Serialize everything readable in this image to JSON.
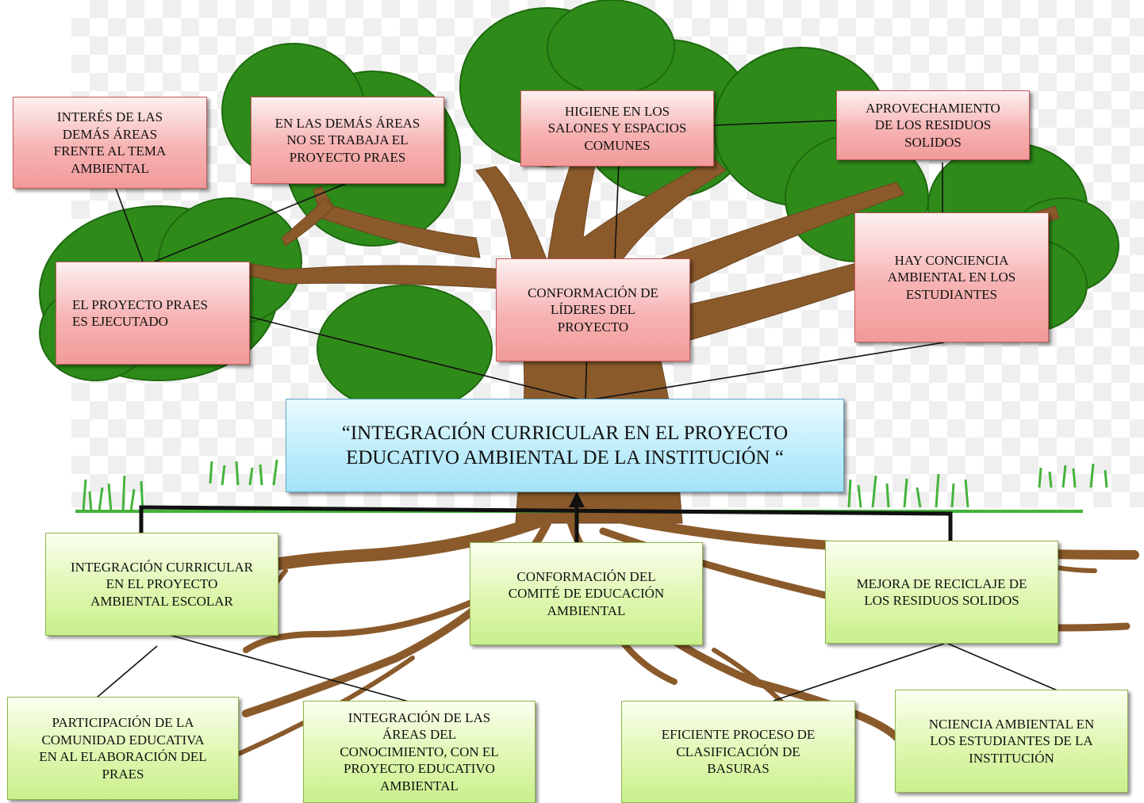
{
  "central": {
    "text": "“INTEGRACIÓN CURRICULAR EN EL PROYECTO\nEDUCATIVO AMBIENTAL DE LA INSTITUCIÓN “"
  },
  "effects": [
    "INTERÉS DE LAS\nDEMÁS ÁREAS\nFRENTE AL TEMA\nAMBIENTAL",
    "EN LAS DEMÁS ÁREAS\nNO SE TRABAJA EL\nPROYECTO PRAES",
    "HIGIENE EN LOS\nSALONES Y ESPACIOS\nCOMUNES",
    "APROVECHAMIENTO\nDE LOS RESIDUOS\nSOLIDOS",
    "EL PROYECTO PRAES\nES EJECUTADO",
    "CONFORMACIÓN DE\nLÍDERES DEL\nPROYECTO",
    "HAY CONCIENCIA\nAMBIENTAL EN LOS\nESTUDIANTES"
  ],
  "causes": [
    "INTEGRACIÓN CURRICULAR\nEN EL PROYECTO\nAMBIENTAL ESCOLAR",
    "CONFORMACIÓN DEL\nCOMITÉ DE EDUCACIÓN\nAMBIENTAL",
    "MEJORA DE RECICLAJE DE\nLOS RESIDUOS SOLIDOS"
  ],
  "subcauses": [
    "PARTICIPACIÓN DE LA\nCOMUNIDAD EDUCATIVA\nEN AL ELABORACIÓN DEL\nPRAES",
    "INTEGRACIÓN DE LAS\nÁREAS DEL\nCONOCIMIENTO, CON EL\nPROYECTO EDUCATIVO\nAMBIENTAL",
    "EFICIENTE PROCESO DE\nCLASIFICACIÓN DE\nBASURAS",
    "NCIENCIA AMBIENTAL EN\nLOS ESTUDIANTES DE LA\nINSTITUCIÓN"
  ],
  "colors": {
    "foliage": "#2e8b1a",
    "foliage_light": "#3fa424",
    "trunk": "#8b5a2b",
    "grass": "#44b33a",
    "effect_box": "#f5a9a9",
    "cause_box": "#d6f5a0",
    "central_box": "#b3e8f9"
  }
}
